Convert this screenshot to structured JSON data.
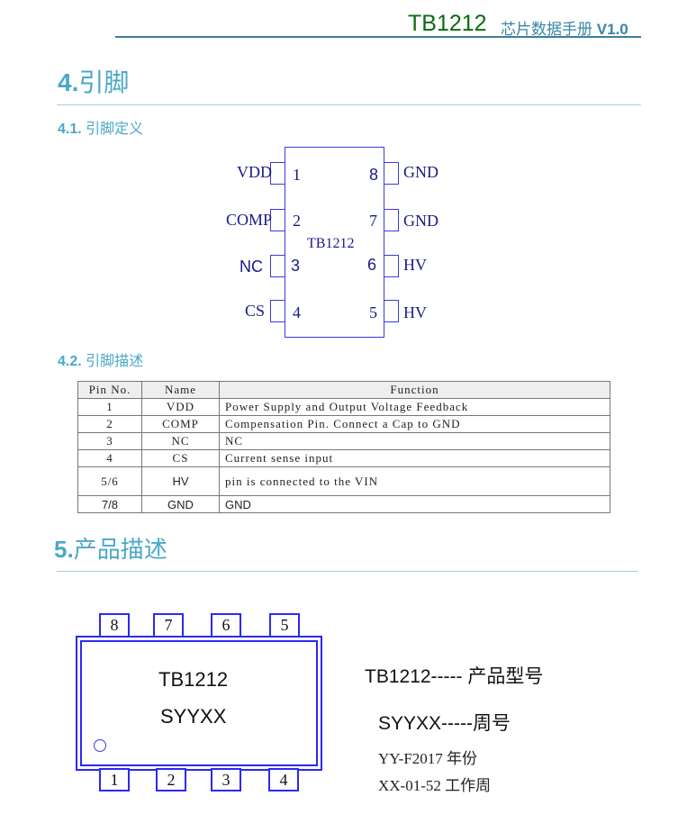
{
  "header": {
    "model": "TB1212",
    "doc_title": "芯片数据手册",
    "version": "V1.0"
  },
  "section4": {
    "num": "4.",
    "title": "引脚"
  },
  "section41": {
    "num": "4.1.",
    "title": "引脚定义"
  },
  "pinout": {
    "chip_label": "TB1212",
    "left": [
      {
        "num": "1",
        "name": "VDD"
      },
      {
        "num": "2",
        "name": "COMP"
      },
      {
        "num": "3",
        "name": "NC"
      },
      {
        "num": "4",
        "name": "CS"
      }
    ],
    "right": [
      {
        "num": "8",
        "name": "GND"
      },
      {
        "num": "7",
        "name": "GND"
      },
      {
        "num": "6",
        "name": "HV"
      },
      {
        "num": "5",
        "name": "HV"
      }
    ]
  },
  "section42": {
    "num": "4.2.",
    "title": "引脚描述"
  },
  "table": {
    "headers": [
      "Pin No.",
      "Name",
      "Function"
    ],
    "rows": [
      [
        "1",
        "VDD",
        "Power Supply and Output Voltage Feedback"
      ],
      [
        "2",
        "COMP",
        "Compensation Pin. Connect a Cap to GND"
      ],
      [
        "3",
        "NC",
        "NC"
      ],
      [
        "4",
        "CS",
        "Current sense input"
      ],
      [
        "5/6",
        "HV",
        "pin is connected to the VIN"
      ],
      [
        "7/8",
        "GND",
        "GND"
      ]
    ]
  },
  "section5": {
    "num": "5.",
    "title": "产品描述"
  },
  "marking": {
    "top_pins": [
      "8",
      "7",
      "6",
      "5"
    ],
    "bottom_pins": [
      "1",
      "2",
      "3",
      "4"
    ],
    "line1": "TB1212",
    "line2": "SYYXX"
  },
  "legend": {
    "model": "TB1212----- 产品型号",
    "week": "SYYXX-----周号",
    "year": "YY-F2017 年份",
    "workweek": "XX-01-52 工作周"
  }
}
